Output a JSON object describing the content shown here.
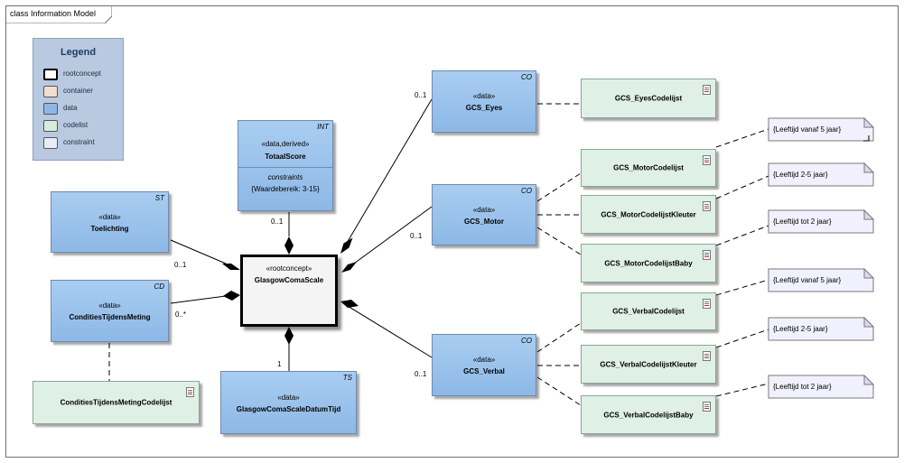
{
  "frame": {
    "title": "class Information Model"
  },
  "legend": {
    "title": "Legend",
    "items": [
      {
        "label": "rootconcept",
        "color": "#ffffff"
      },
      {
        "label": "container",
        "color": "#f3ddd0"
      },
      {
        "label": "data",
        "color": "#8db8e6"
      },
      {
        "label": "codelist",
        "color": "#d6ecdc"
      },
      {
        "label": "constraint",
        "color": "#e8eaf8"
      }
    ]
  },
  "classes": {
    "root": {
      "stereotype": "«rootconcept»",
      "name": "GlasgowComaScale"
    },
    "totaal": {
      "type": "INT",
      "stereotype": "«data,derived»",
      "name": "TotaalScore",
      "constraints_header": "constraints",
      "constraint": "{Waardebereik: 3-15}"
    },
    "toelichting": {
      "type": "ST",
      "stereotype": "«data»",
      "name": "Toelichting"
    },
    "condities": {
      "type": "CD",
      "stereotype": "«data»",
      "name": "ConditiesTijdensMeting"
    },
    "datumtijd": {
      "type": "TS",
      "stereotype": "«data»",
      "name": "GlasgowComaScaleDatumTijd"
    },
    "eyes": {
      "type": "CO",
      "stereotype": "«data»",
      "name": "GCS_Eyes"
    },
    "motor": {
      "type": "CO",
      "stereotype": "«data»",
      "name": "GCS_Motor"
    },
    "verbal": {
      "type": "CO",
      "stereotype": "«data»",
      "name": "GCS_Verbal"
    }
  },
  "codelists": {
    "condities": "ConditiesTijdensMetingCodelijst",
    "eyes": "GCS_EyesCodelijst",
    "motor": "GCS_MotorCodelijst",
    "motor_kleuter": "GCS_MotorCodelijstKleuter",
    "motor_baby": "GCS_MotorCodelijstBaby",
    "verbal": "GCS_VerbalCodelijst",
    "verbal_kleuter": "GCS_VerbalCodelijstKleuter",
    "verbal_baby": "GCS_VerbalCodelijstBaby"
  },
  "notes": {
    "motor": "{Leeftijd vanaf 5 jaar}",
    "motor_kleuter": "{Leeftijd 2-5 jaar}",
    "motor_baby": "{Leeftijd tot 2 jaar}",
    "verbal": "{Leeftijd vanaf 5 jaar}",
    "verbal_kleuter": "{Leeftijd 2-5 jaar}",
    "verbal_baby": "{Leeftijd tot 2 jaar}"
  },
  "multiplicities": {
    "totaal": "0..1",
    "toelichting": "0..1",
    "condities": "0..*",
    "datumtijd": "1",
    "eyes": "0..1",
    "motor": "0..1",
    "verbal": "0..1"
  }
}
